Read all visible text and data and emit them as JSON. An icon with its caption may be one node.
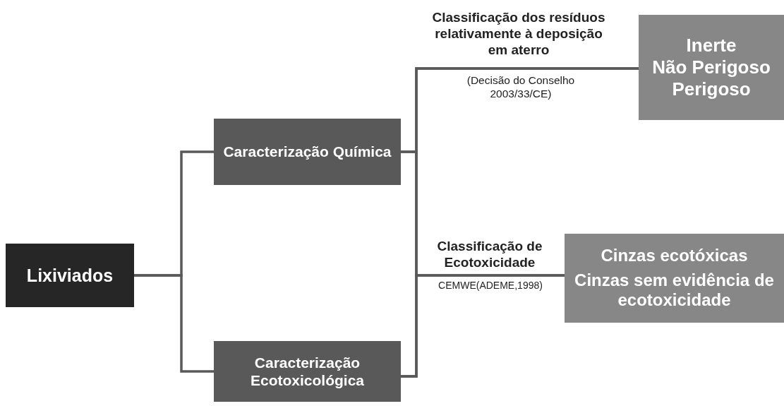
{
  "diagram": {
    "nodes": [
      {
        "text": [
          "Lixiviados"
        ]
      },
      {
        "text": [
          "Caracterização Química"
        ]
      },
      {
        "text": [
          "Caracterização Ecotoxicológica"
        ]
      },
      {
        "text": [
          "Inerte",
          "Não Perigoso",
          "Perigoso"
        ]
      },
      {
        "text": [
          "Cinzas ecotóxicas",
          "Cinzas sem evidência de ecotoxicidade"
        ]
      }
    ],
    "edges": [
      {
        "from": 0,
        "to": 1,
        "arrow": "none"
      },
      {
        "from": 0,
        "to": 2,
        "arrow": "none"
      },
      {
        "from": 1,
        "to": 3,
        "arrow": "none",
        "label": "Classificação dos resíduos relativamente à deposição em aterro"
      },
      {
        "from": 1,
        "to": 4,
        "arrow": "none",
        "label": "Classificação de Ecotoxicidade"
      },
      {
        "from": 2,
        "to": 3,
        "arrow": "none"
      },
      {
        "from": 2,
        "to": 4,
        "arrow": "none"
      }
    ],
    "labels": [
      "(Decisão do Conselho 2003/33/CE)",
      "CEMWE(ADEME,1998)"
    ]
  }
}
